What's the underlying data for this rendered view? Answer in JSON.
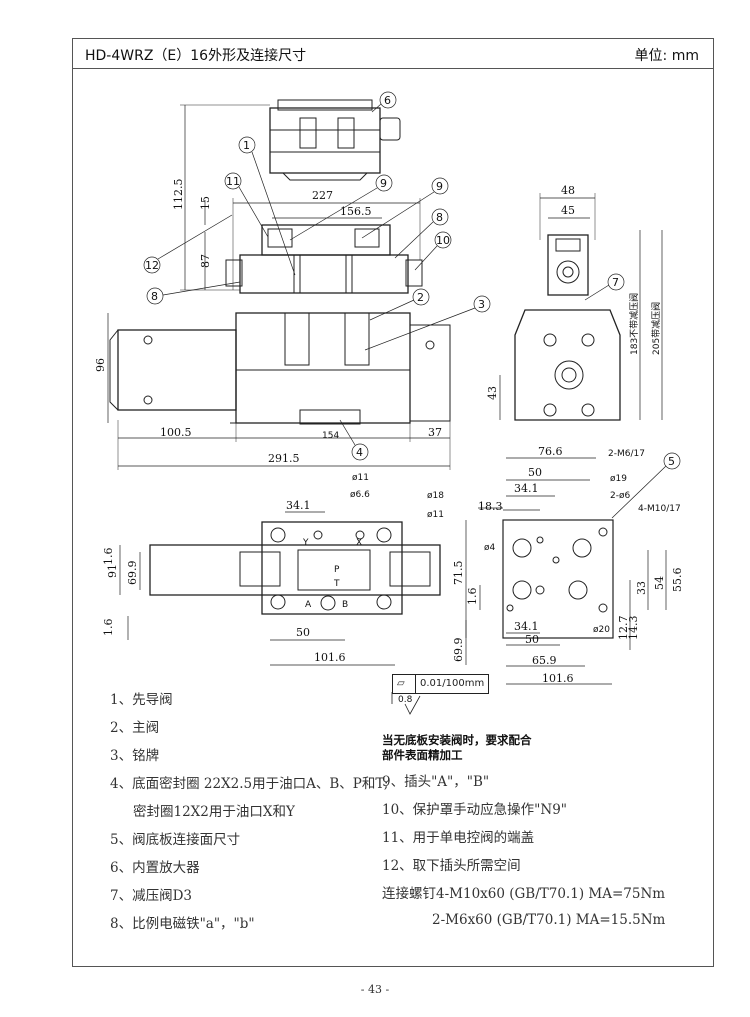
{
  "header": {
    "title": "HD-4WRZ（E）16外形及连接尺寸",
    "unit": "单位: mm"
  },
  "dimensions": {
    "top_view": [
      "112.5",
      "15",
      "87",
      "227",
      "156.5"
    ],
    "front_view": [
      "96",
      "100.5",
      "154",
      "37",
      "291.5"
    ],
    "side_view": [
      "48",
      "45",
      "43",
      "183不带减压阀",
      "205带减压阀"
    ],
    "bottom_view": [
      "34.1",
      "ø11",
      "ø6.6",
      "ø18",
      "ø11",
      "91",
      "69.9",
      "1.6",
      "1.6",
      "50",
      "101.6"
    ],
    "interface": [
      "76.6",
      "50",
      "34.1",
      "18.3",
      "2-M6/17",
      "ø19",
      "2-ø6",
      "4-M10/17",
      "ø4",
      "71.5",
      "1.6",
      "69.9",
      "34.1",
      "50",
      "65.9",
      "101.6",
      "ø20",
      "12.7",
      "14.3",
      "33",
      "54",
      "55.6"
    ]
  },
  "balloons": [
    "1",
    "2",
    "3",
    "4",
    "5",
    "6",
    "7",
    "8",
    "9",
    "10",
    "11",
    "12"
  ],
  "port_labels": [
    "A",
    "B",
    "P",
    "T",
    "X",
    "Y"
  ],
  "tolerance": {
    "value": "0.01/100mm",
    "roughness": "0.8"
  },
  "mounting_note": {
    "line1": "当无底板安装阀时，要求配合",
    "line2": "部件表面精加工"
  },
  "legend_left": [
    "1、先导阀",
    "2、主阀",
    "3、铭牌",
    "4、底面密封圈  22X2.5用于油口A、B、P和T;",
    "密封圈12X2用于油口X和Y",
    "5、阀底板连接面尺寸",
    "6、内置放大器",
    "7、减压阀D3",
    "8、比例电磁铁\"a\"，\"b\""
  ],
  "legend_right": [
    "9、插头\"A\"，\"B\"",
    "10、保护罩手动应急操作\"N9\"",
    "11、用于单电控阀的端盖",
    "12、取下插头所需空间",
    "连接螺钉4-M10x60 (GB/T70.1) MA=75Nm",
    "2-M6x60 (GB/T70.1) MA=15.5Nm"
  ],
  "page_number": "- 43 -"
}
